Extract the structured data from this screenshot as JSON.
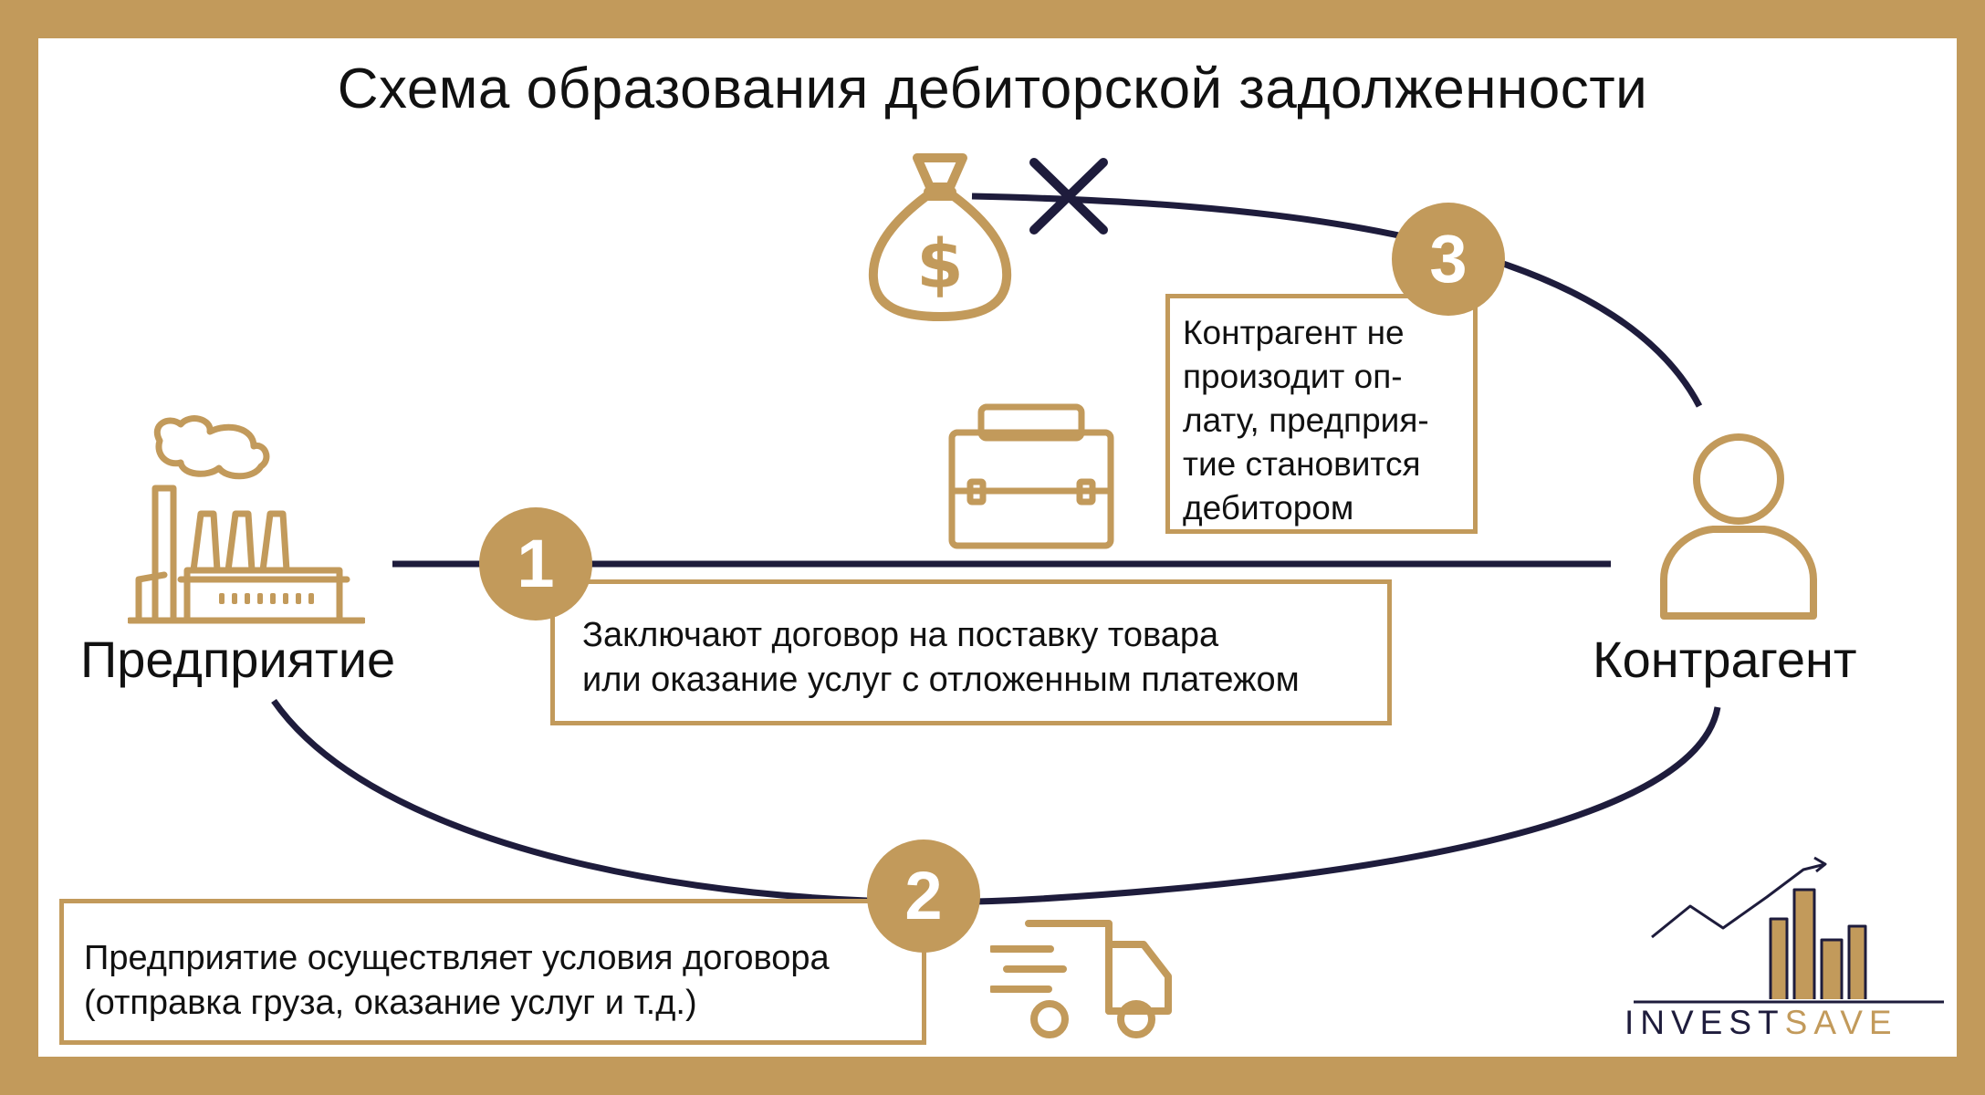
{
  "title": "Схема образования дебиторской задолженности",
  "parties": {
    "left": "Предприятие",
    "right": "Контрагент"
  },
  "steps": [
    {
      "number": "1",
      "lines": [
        "Заключают договор на поставку товара",
        "или оказание услуг с отложенным платежом"
      ]
    },
    {
      "number": "2",
      "lines": [
        "Предприятие осуществляет условия договора",
        "(отправка груза, оказание услуг и т.д.)"
      ]
    },
    {
      "number": "3",
      "lines": [
        "Контрагент не",
        "произодит оп-",
        "лату, предприя-",
        "тие становится",
        "дебитором"
      ]
    }
  ],
  "logo": {
    "part1": "INVEST",
    "part2": "SAVE"
  },
  "colors": {
    "gold": "#c29a5b",
    "navy": "#1e1c3c",
    "text": "#111111"
  },
  "icons": [
    "factory-icon",
    "person-icon",
    "briefcase-icon",
    "money-bag-icon",
    "cross-icon",
    "truck-icon",
    "investsave-logo-icon"
  ]
}
